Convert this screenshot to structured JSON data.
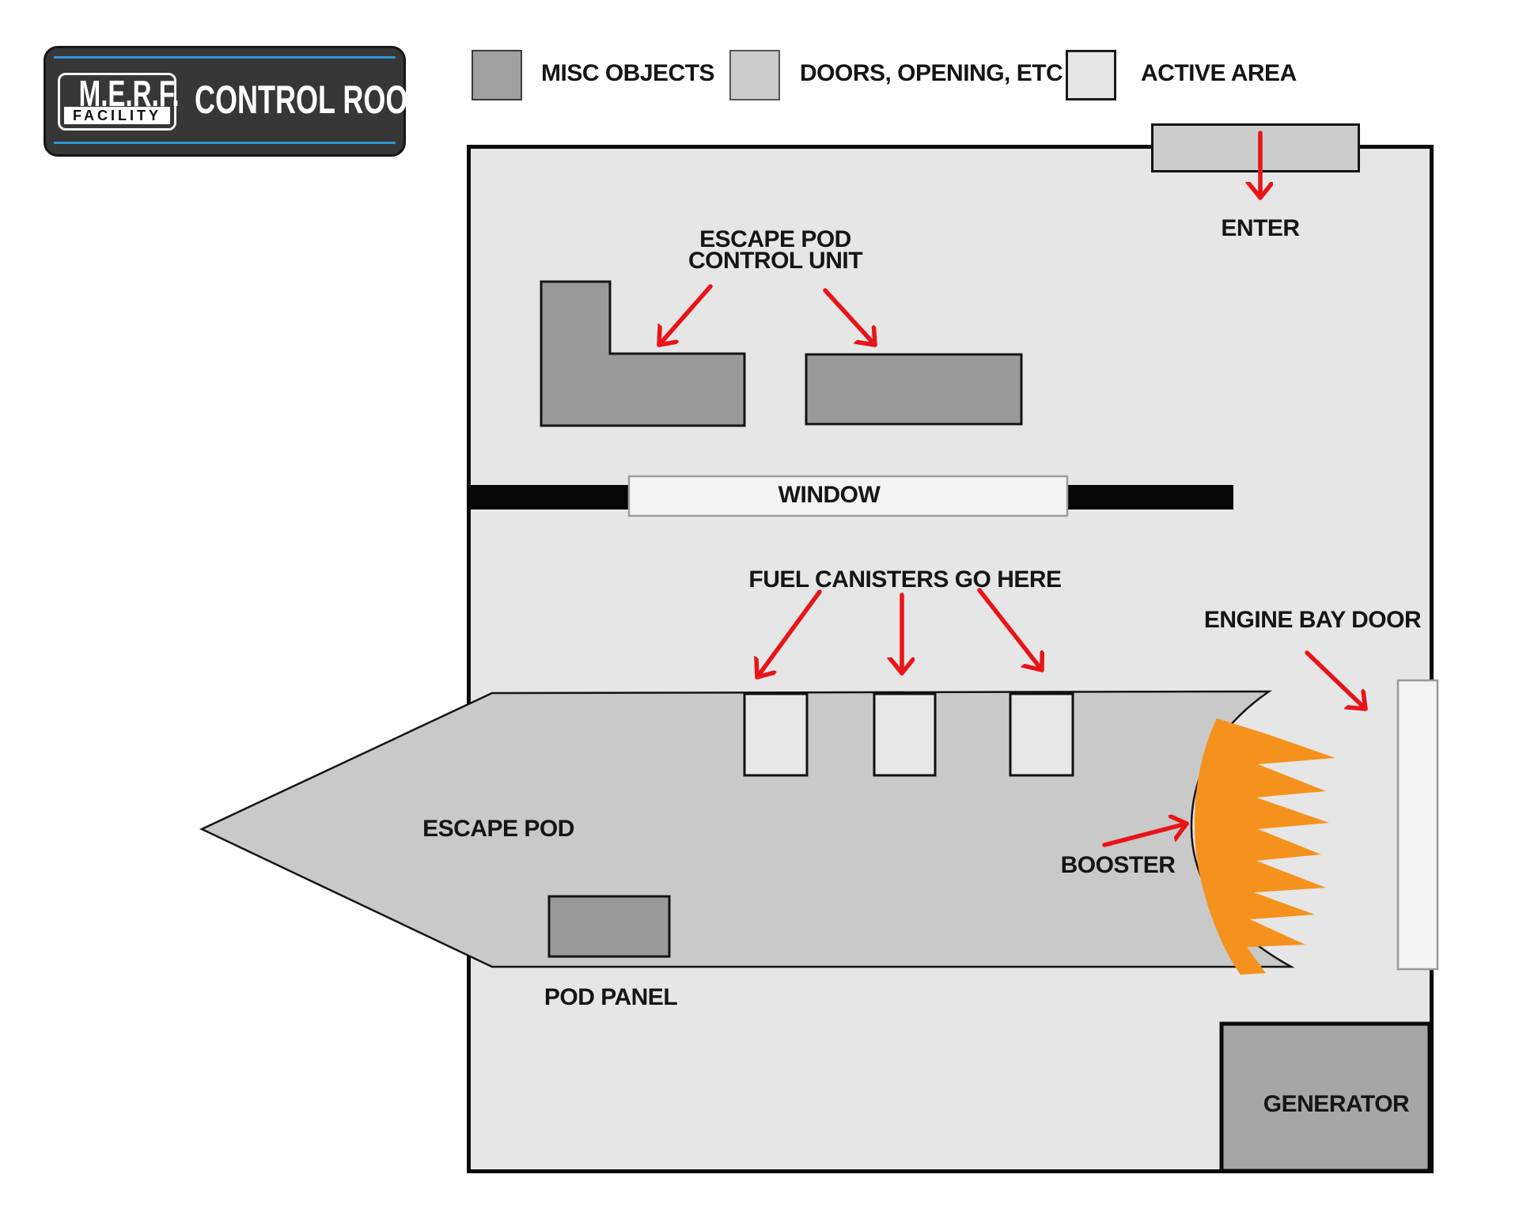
{
  "logo": {
    "acronym": "M.E.R.F.",
    "facility": "FACILITY",
    "title": "CONTROL ROOM"
  },
  "legend": {
    "items": [
      {
        "label": "MISC OBJECTS",
        "color": "#a0a0a0"
      },
      {
        "label": "DOORS, OPENING, ETC",
        "color": "#cbcbcb"
      },
      {
        "label": "ACTIVE AREA",
        "color": "#e6e6e6"
      }
    ]
  },
  "map": {
    "labels": {
      "enter": "ENTER",
      "escape_pod_control_unit_line1": "ESCAPE POD",
      "escape_pod_control_unit_line2": "CONTROL UNIT",
      "window": "WINDOW",
      "fuel_canisters": "FUEL CANISTERS GO HERE",
      "engine_bay_door": "ENGINE BAY DOOR",
      "escape_pod": "ESCAPE POD",
      "booster": "BOOSTER",
      "pod_panel": "POD PANEL",
      "generator": "GENERATOR"
    },
    "colors": {
      "arrow_red": "#e81418",
      "flame_orange": "#f5921e",
      "wall_black": "#060606",
      "room_fill": "#e6e6e6",
      "object_fill": "#9a9a9a",
      "door_fill": "#cccccc",
      "pod_fill": "#c9c9c9",
      "slot_fill": "#e7e7e7",
      "window_fill": "#f3f3f3",
      "engine_door_fill": "#f4f4f4",
      "generator_fill": "#a6a6a6",
      "logo_accent_blue": "#2e94cf"
    }
  }
}
